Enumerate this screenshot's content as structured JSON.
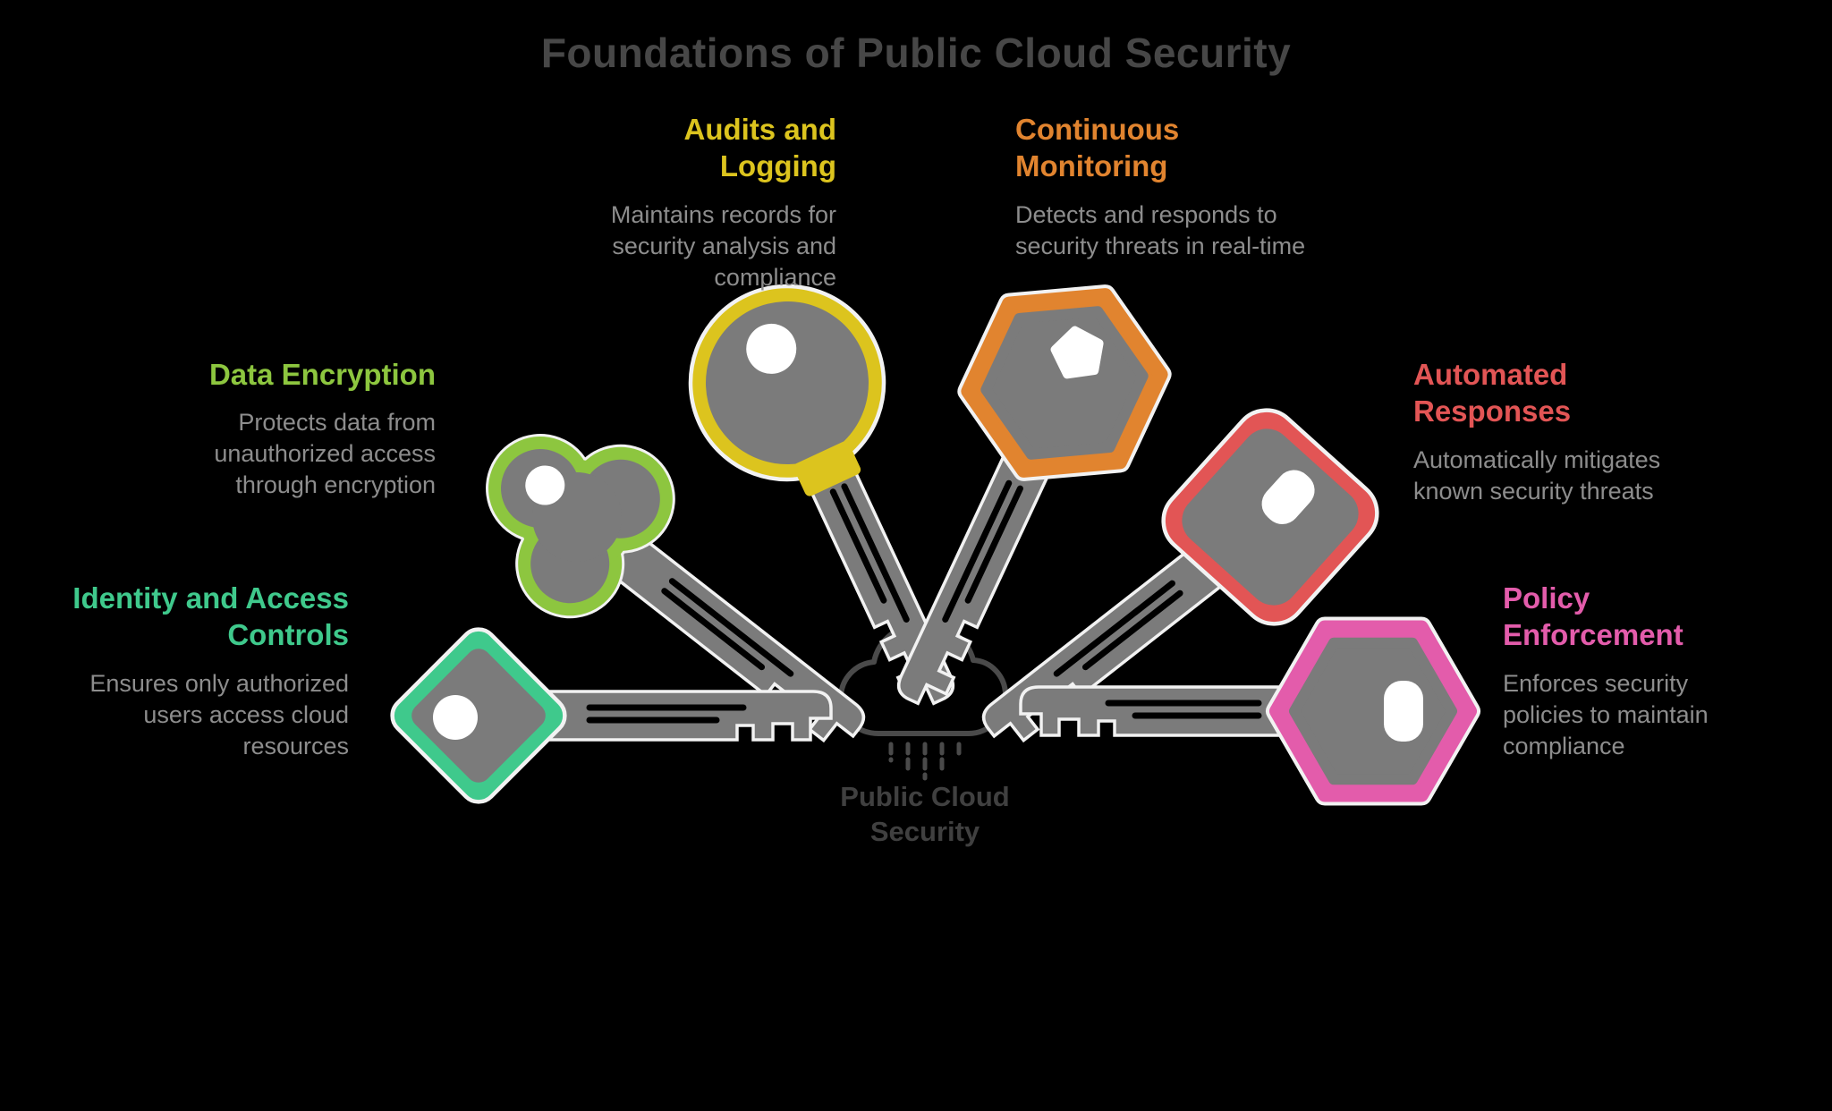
{
  "title": "Foundations of Public Cloud Security",
  "colors": {
    "background": "#000000",
    "title_text": "#474747",
    "description_text": "#8d8d8d",
    "key_body": "#7b7b7b",
    "key_outline": "#f2f2f2",
    "key_hole": "#ffffff",
    "cloud_icon": "#4a4a4a"
  },
  "center": {
    "label": "Public Cloud Security",
    "icon": "cloud-with-data-streams"
  },
  "sections": [
    {
      "title": "Audits and Logging",
      "description": "Maintains records for security analysis and compliance",
      "color": "#dcc41e",
      "key_head": "round"
    },
    {
      "title": "Continuous Monitoring",
      "description": "Detects and responds to security threats in real-time",
      "color": "#e1842f",
      "key_head": "hexagon"
    },
    {
      "title": "Data Encryption",
      "description": "Protects data from unauthorized access through encryption",
      "color": "#8dc63f",
      "key_head": "clover"
    },
    {
      "title": "Automated Responses",
      "description": "Automatically mitigates known security threats",
      "color": "#e25555",
      "key_head": "rounded-square"
    },
    {
      "title": "Identity and Access Controls",
      "description": "Ensures only authorized users access cloud resources",
      "color": "#3fc98c",
      "key_head": "diamond"
    },
    {
      "title": "Policy Enforcement",
      "description": "Enforces security policies to maintain compliance",
      "color": "#e35cab",
      "key_head": "hexagon"
    }
  ]
}
